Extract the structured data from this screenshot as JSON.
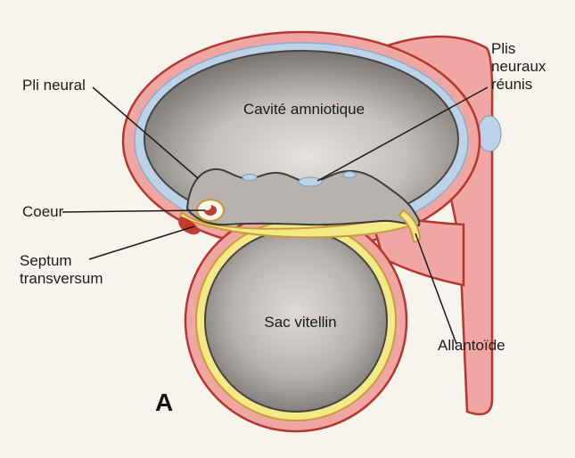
{
  "figure": {
    "letter": "A",
    "labels": {
      "pli_neural": "Pli neural",
      "plis_neuraux_reunis": "Plis neuraux réunis",
      "cavite_amniotique": "Cavité amniotique",
      "coeur": "Coeur",
      "septum_transversum": "Septum transversum",
      "sac_vitellin": "Sac vitellin",
      "allantoide": "Allantoïde"
    },
    "colors": {
      "background": "#f7f4ee",
      "pink": "#f0a7a3",
      "red_outline": "#b5362e",
      "blue": "#bcd2e8",
      "yellow": "#f3e986",
      "yellow_outline": "#c89a3a",
      "embryo_gray": "#b7b2ae",
      "heart_red": "#c23b33",
      "leader_line": "#1a1a1a"
    }
  }
}
